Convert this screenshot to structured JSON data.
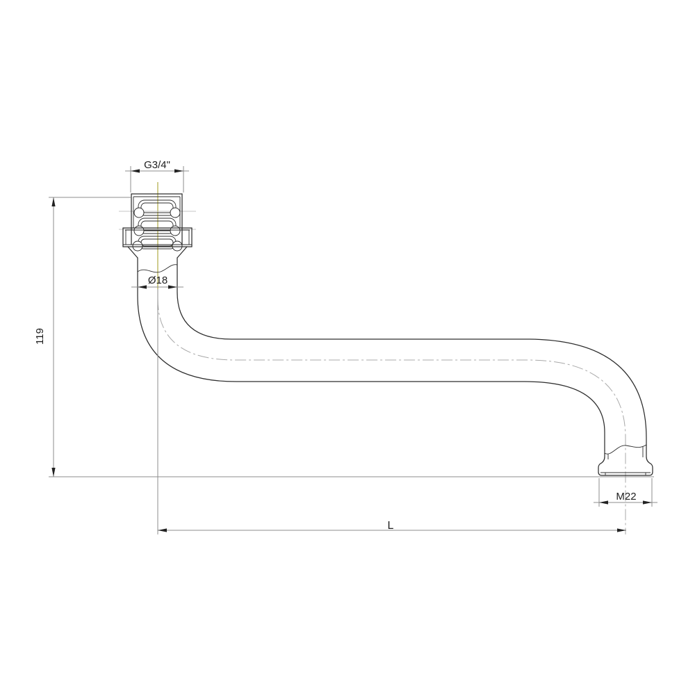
{
  "page": {
    "background": "#ffffff",
    "description": "Technical line drawing of an S-shaped swivel faucet spout, side elevation, with thread and length dimensions"
  },
  "drawing": {
    "kind": "technical-drawing",
    "subject": "S-shaped faucet spout tube",
    "dimensions": {
      "inlet_thread": "G3/4\"",
      "tube_diameter": "Ø18",
      "height": "119",
      "length": "L",
      "outlet_thread": "M22"
    },
    "colors": {
      "outline": "#2d2d2d",
      "dimension_lines": "#8c8c8c",
      "centerline": "#b5b052",
      "pipe_centerline": "#a8a8a8",
      "text": "#1e1e1e",
      "background": "#ffffff"
    }
  }
}
